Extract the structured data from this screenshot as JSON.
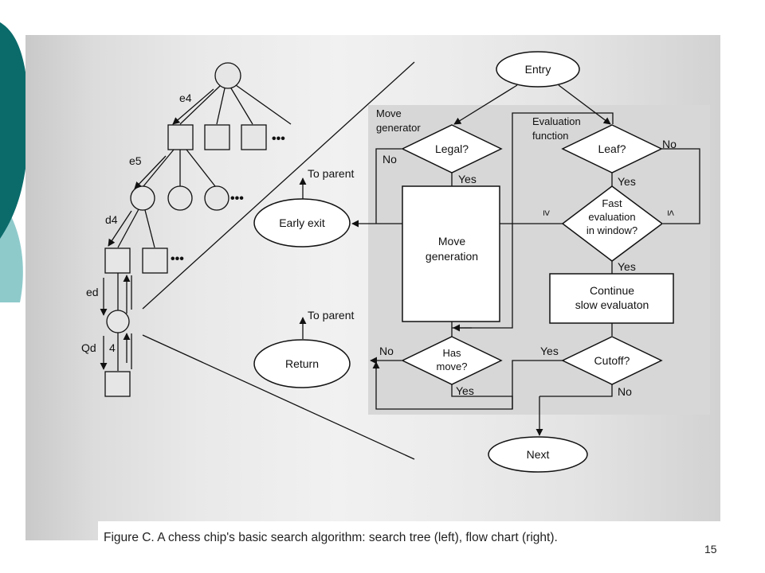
{
  "figure": {
    "caption": "Figure C. A chess chip's basic search algorithm: search tree (left), flow chart (right).",
    "page_number": "15"
  },
  "tree": {
    "move_labels": [
      "e4",
      "e5",
      "d4",
      "ed",
      "Qd",
      "4"
    ],
    "ellipsis": "•••"
  },
  "flowchart": {
    "entry": "Entry",
    "move_generator_label": [
      "Move",
      "generator"
    ],
    "evaluation_function_label": [
      "Evaluation",
      "function"
    ],
    "legal": "Legal?",
    "leaf": "Leaf?",
    "fast_evaluation": [
      "Fast",
      "evaluation",
      "in window?"
    ],
    "move_generation": [
      "Move",
      "generation"
    ],
    "continue_slow": [
      "Continue",
      "slow evaluaton"
    ],
    "has_move": [
      "Has",
      "move?"
    ],
    "cutoff": "Cutoff?",
    "early_exit": "Early exit",
    "return": "Return",
    "next": "Next",
    "to_parent": "To parent",
    "yes": "Yes",
    "no": "No",
    "geq": "≥",
    "leq": "≤"
  },
  "colors": {
    "teal_dark": "#0b6b6b",
    "teal_light": "#8fcacb",
    "flow_panel": "#d7d7d7"
  }
}
